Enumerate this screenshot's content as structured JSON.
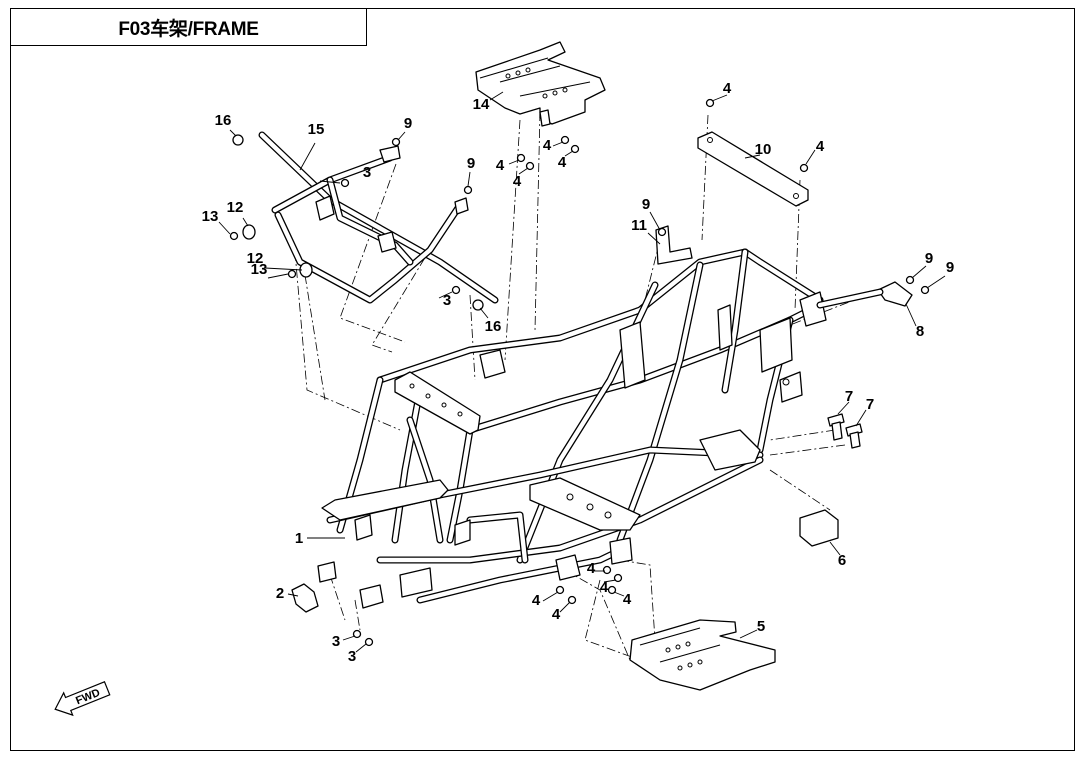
{
  "title": "F03车架/FRAME",
  "fwd_label": "FWD",
  "callouts": [
    {
      "id": "c1",
      "label": "1"
    },
    {
      "id": "c2",
      "label": "2"
    },
    {
      "id": "c3a",
      "label": "3"
    },
    {
      "id": "c3b",
      "label": "3"
    },
    {
      "id": "c3c",
      "label": "3"
    },
    {
      "id": "c3d",
      "label": "3"
    },
    {
      "id": "c4a",
      "label": "4"
    },
    {
      "id": "c4b",
      "label": "4"
    },
    {
      "id": "c4c",
      "label": "4"
    },
    {
      "id": "c4d",
      "label": "4"
    },
    {
      "id": "c4e",
      "label": "4"
    },
    {
      "id": "c4f",
      "label": "4"
    },
    {
      "id": "c4g",
      "label": "4"
    },
    {
      "id": "c4h",
      "label": "4"
    },
    {
      "id": "c4i",
      "label": "4"
    },
    {
      "id": "c4j",
      "label": "4"
    },
    {
      "id": "c4k",
      "label": "4"
    },
    {
      "id": "c5",
      "label": "5"
    },
    {
      "id": "c6",
      "label": "6"
    },
    {
      "id": "c7a",
      "label": "7"
    },
    {
      "id": "c7b",
      "label": "7"
    },
    {
      "id": "c8",
      "label": "8"
    },
    {
      "id": "c9a",
      "label": "9"
    },
    {
      "id": "c9b",
      "label": "9"
    },
    {
      "id": "c9c",
      "label": "9"
    },
    {
      "id": "c9d",
      "label": "9"
    },
    {
      "id": "c9e",
      "label": "9"
    },
    {
      "id": "c10",
      "label": "10"
    },
    {
      "id": "c11",
      "label": "11"
    },
    {
      "id": "c12a",
      "label": "12"
    },
    {
      "id": "c12b",
      "label": "12"
    },
    {
      "id": "c13a",
      "label": "13"
    },
    {
      "id": "c13b",
      "label": "13"
    },
    {
      "id": "c14",
      "label": "14"
    },
    {
      "id": "c15",
      "label": "15"
    },
    {
      "id": "c16a",
      "label": "16"
    },
    {
      "id": "c16b",
      "label": "16"
    }
  ]
}
